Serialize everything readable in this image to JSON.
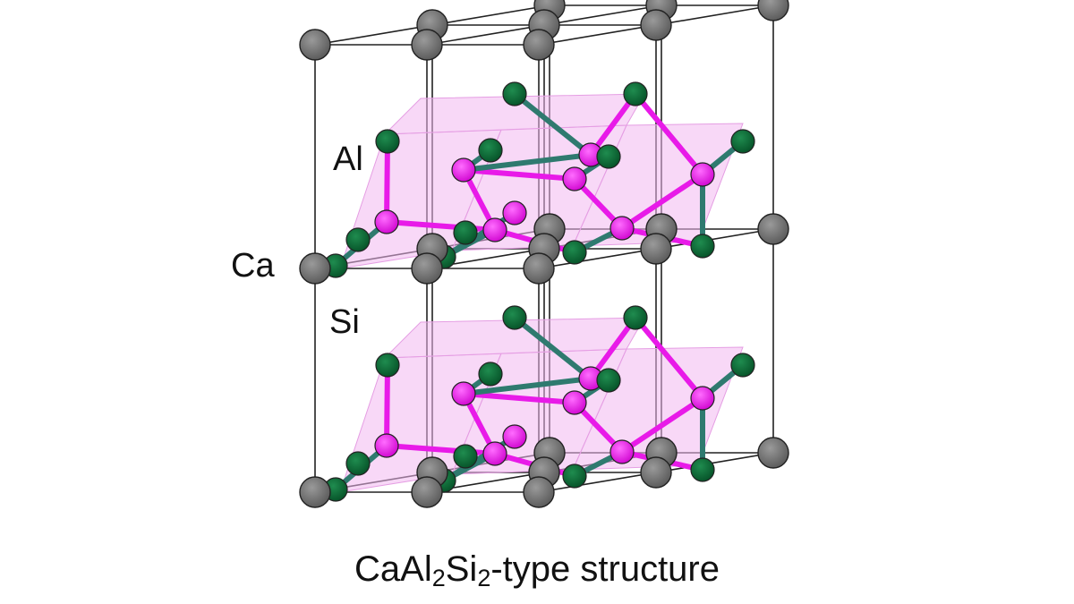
{
  "figure": {
    "labels": {
      "al": "Al",
      "ca": "Ca",
      "si": "Si"
    },
    "caption": {
      "prefix": "CaAl",
      "sub1": "2",
      "middle": "Si",
      "sub2": "2",
      "suffix": "-type structure"
    },
    "colors": {
      "ca_atom": "#707070",
      "al_atom": "#e81ae8",
      "si_atom": "#0b6b35",
      "cell_edges": "#222222",
      "polyhedra": "#f2b8f0",
      "bond_al": "#e81ae8",
      "bond_si": "#2f7a6f"
    }
  }
}
